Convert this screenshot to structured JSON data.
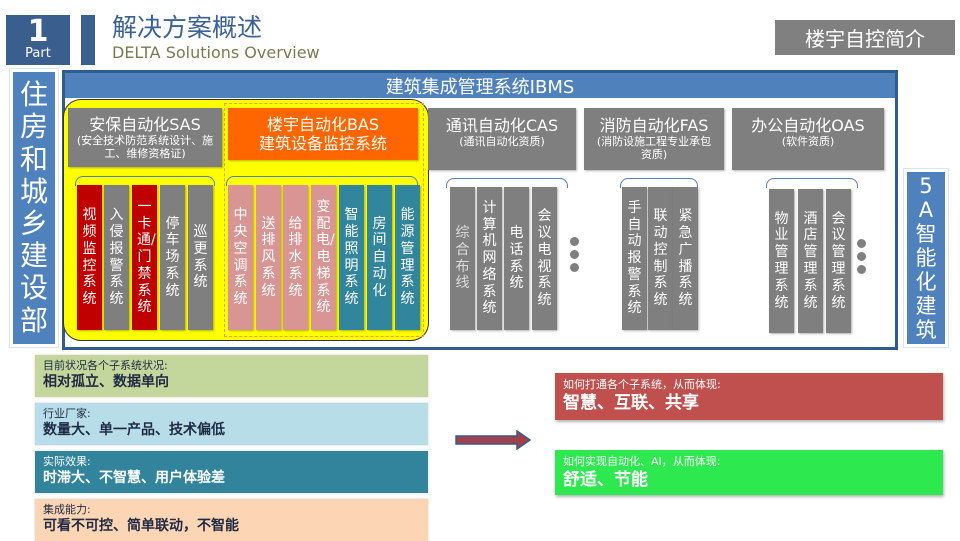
{
  "header": {
    "part_number": "1",
    "part_label": "Part",
    "title": "解决方案概述",
    "subtitle": "DELTA Solutions Overview",
    "section_badge": "楼宇自控简介"
  },
  "left_label": "住房和城乡建设部",
  "right_label": "5A智能化建筑",
  "ibms_title": "建筑集成管理系统IBMS",
  "groups": [
    {
      "title": "安保自动化SAS",
      "note": "(安全技术防范系统设计、施工、维修资格证)",
      "items": [
        "视频监控系统",
        "入侵报警系统",
        "一卡通/门禁系统",
        "停车场系统",
        "巡更系统"
      ]
    },
    {
      "title": "楼宇自动化BAS",
      "note": "建筑设备监控系统",
      "items": [
        "中央空调系统",
        "送排风系统",
        "给排水系统",
        "变配电/电梯系统",
        "智能照明系统",
        "房间自动化",
        "能源管理系统"
      ]
    },
    {
      "title": "通讯自动化CAS",
      "note": "(通讯自动化资质)",
      "items": [
        "综合布线",
        "计算机网络系统",
        "电话系统",
        "会议电视系统"
      ]
    },
    {
      "title": "消防自动化FAS",
      "note": "(消防设施工程专业承包资质)",
      "items": [
        "手自动报警系统",
        "联动控制系统",
        "紧急广播系统"
      ]
    },
    {
      "title": "办公自动化OAS",
      "note": "(软件资质)",
      "items": [
        "物业管理系统",
        "酒店管理系统",
        "会议管理系统"
      ]
    }
  ],
  "status_cards": [
    {
      "label": "目前状况各个子系统状况:",
      "value": "相对孤立、数据单向",
      "color": "#c3d69b"
    },
    {
      "label": "行业厂家:",
      "value": "数量大、单一产品、技术偏低",
      "color": "#b7dde8"
    },
    {
      "label": "实际效果:",
      "value": "时滞大、不智慧、用户体验差",
      "color": "#31849b"
    },
    {
      "label": "集成能力:",
      "value": "可看不可控、简单联动，不智能",
      "color": "#fcd5b4"
    }
  ],
  "goals": [
    {
      "label": "如何打通各个子系统，从而体现:",
      "value": "智慧、互联、共享",
      "color": "#c0504d"
    },
    {
      "label": "如何实现自动化、AI，从而体现:",
      "value": "舒适、节能",
      "color": "#2ee84f"
    }
  ]
}
